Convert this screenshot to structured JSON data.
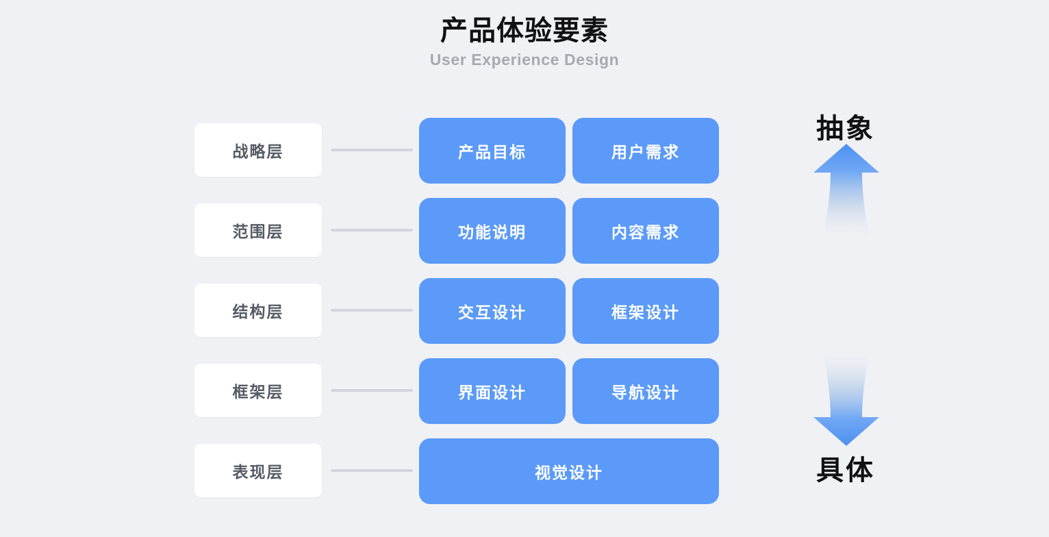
{
  "header": {
    "title": "产品体验要素",
    "subtitle": "User Experience Design"
  },
  "colors": {
    "background": "#F0F1F5",
    "element_blue": "#5B9AF8",
    "card_white": "#FFFFFF",
    "connector_gray": "#D2D5DB",
    "label_text": "#555B64",
    "subtitle_text": "#A7A9B0",
    "title_text": "#111114"
  },
  "axis": {
    "top_label": "抽象",
    "bottom_label": "具体",
    "up_arrow_icon": "arrow-up-gradient-icon",
    "down_arrow_icon": "arrow-down-gradient-icon"
  },
  "rows": [
    {
      "layer": "战略层",
      "elements": [
        "产品目标",
        "用户需求"
      ],
      "full_width": false
    },
    {
      "layer": "范围层",
      "elements": [
        "功能说明",
        "内容需求"
      ],
      "full_width": false
    },
    {
      "layer": "结构层",
      "elements": [
        "交互设计",
        "框架设计"
      ],
      "full_width": false
    },
    {
      "layer": "框架层",
      "elements": [
        "界面设计",
        "导航设计"
      ],
      "full_width": false
    },
    {
      "layer": "表现层",
      "elements": [
        "视觉设计"
      ],
      "full_width": true
    }
  ]
}
